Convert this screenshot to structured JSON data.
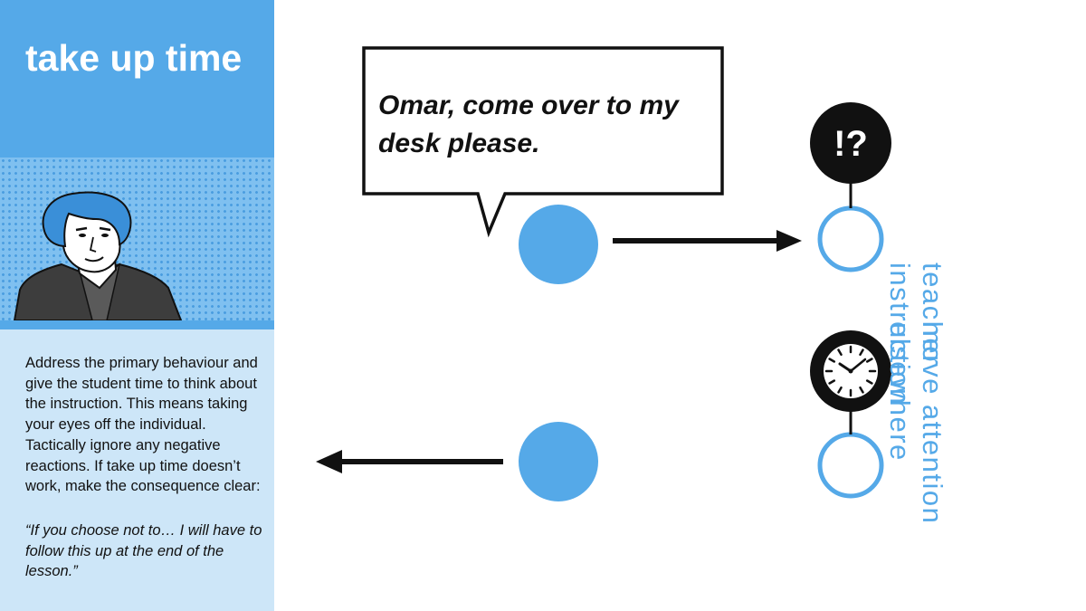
{
  "sidebar": {
    "title": "take up time",
    "description": "Address the primary behaviour and give the student time to think about the instruction. This means taking your eyes off the individual. Tactically ignore any negative reactions. If take up time doesn’t work, make the consequence clear:",
    "quote": "“If you choose not to… I will have to follow this up at the end of the lesson.”",
    "portrait_icon": "teacher-portrait-illustration"
  },
  "diagram": {
    "speech_text": "Omar, come over to my desk please.",
    "steps": [
      {
        "badge": "!?",
        "label_lines": [
          "teacher",
          "instruction"
        ],
        "arrow_direction": "right",
        "icon": "exclamation-question-icon"
      },
      {
        "badge": "",
        "label_lines": [
          "move attention",
          "elsewhere"
        ],
        "arrow_direction": "left",
        "icon": "clock-icon"
      }
    ]
  },
  "colors": {
    "accent": "#55a9e8",
    "light_panel": "#cde6f8",
    "dots_background": "#7fc0f0",
    "ink": "#111111"
  }
}
